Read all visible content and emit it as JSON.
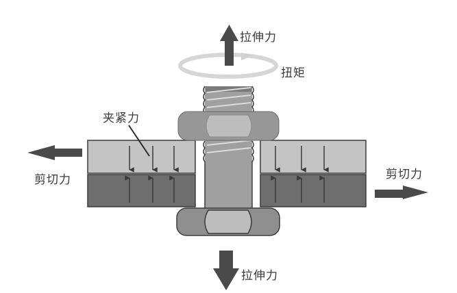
{
  "diagram": {
    "type": "bolted-joint-force-diagram",
    "labels": {
      "tension_top": "拉伸力",
      "torque": "扭矩",
      "clamping_force": "夹紧力",
      "shear_left": "剪切力",
      "shear_right": "剪切力",
      "tension_bottom": "拉伸力"
    },
    "colors": {
      "plate_top": "#c4c4c4",
      "plate_bottom": "#6e6e6e",
      "bolt": "#9e9e9e",
      "nut": "#979797",
      "nut_face": "#bdbdbd",
      "arrow": "#4a4a4a",
      "outline": "#3a3a3a",
      "torque_ring": "#d8d8d8"
    },
    "components": [
      "upper-plate-left",
      "lower-plate-left",
      "upper-plate-right",
      "lower-plate-right",
      "bolt-shank",
      "nut-top",
      "bolt-head-bottom"
    ]
  }
}
